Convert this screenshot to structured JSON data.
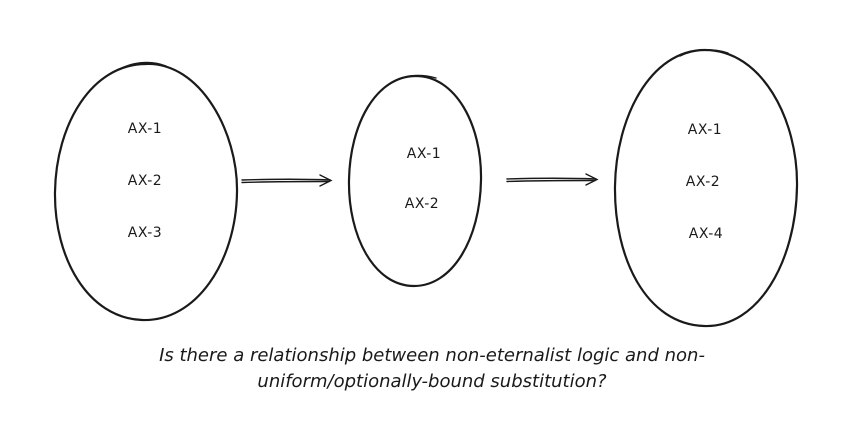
{
  "sets": [
    {
      "axioms": [
        "AX-1",
        "AX-2",
        "AX-3"
      ]
    },
    {
      "axioms": [
        "AX-1",
        "AX-2"
      ]
    },
    {
      "axioms": [
        "AX-1",
        "AX-2",
        "AX-4"
      ]
    }
  ],
  "caption": {
    "line1": "Is there a relationship between non-eternalist logic and non-",
    "line2": "uniform/optionally-bound substitution?"
  }
}
